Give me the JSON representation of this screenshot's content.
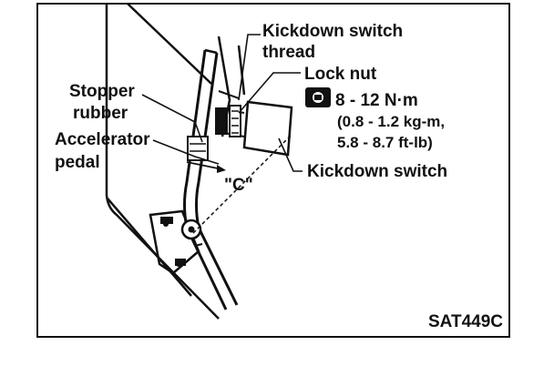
{
  "labels": {
    "kickdown_thread_line1": "Kickdown switch",
    "kickdown_thread_line2": "thread",
    "lock_nut": "Lock nut",
    "stopper_line1": "Stopper",
    "stopper_line2": "rubber",
    "accelerator_line1": "Accelerator",
    "accelerator_line2": "pedal",
    "kickdown_switch": "Kickdown switch",
    "clearance": "\"C\"",
    "figure_id": "SAT449C"
  },
  "torque": {
    "icon": "torque-wrench-icon",
    "line1": "8 - 12 N·m",
    "line2": "(0.8 - 1.2 kg-m,",
    "line3": "5.8 - 8.7 ft-lb)"
  }
}
